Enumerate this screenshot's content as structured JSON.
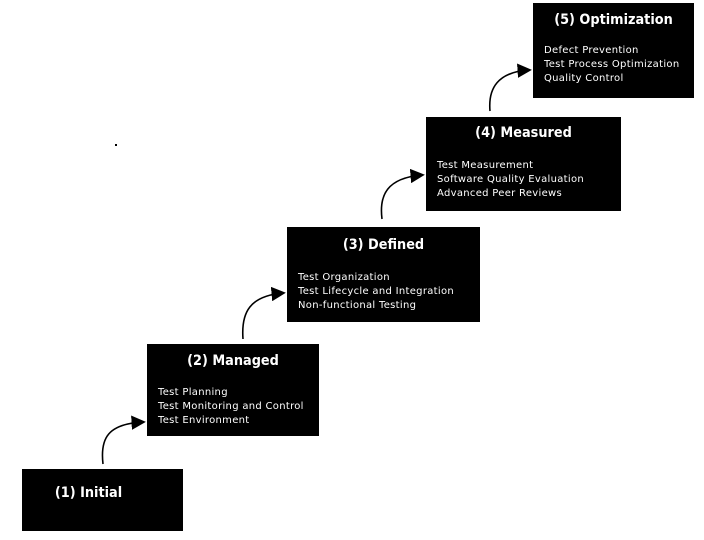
{
  "levels": [
    {
      "title": "(1) Initial",
      "items": []
    },
    {
      "title": "(2) Managed",
      "items": [
        "Test Planning",
        "Test Monitoring and Control",
        "Test Environment"
      ]
    },
    {
      "title": "(3) Defined",
      "items": [
        "Test Organization",
        "Test Lifecycle and Integration",
        "Non-functional Testing"
      ]
    },
    {
      "title": "(4) Measured",
      "items": [
        "Test Measurement",
        "Software Quality Evaluation",
        "Advanced Peer Reviews"
      ]
    },
    {
      "title": "(5) Optimization",
      "items": [
        "Defect Prevention",
        "Test Process Optimization",
        "Quality Control"
      ]
    }
  ],
  "colors": {
    "box_fill": "#000000",
    "box_text": "#ffffff",
    "arrow": "#000000",
    "background": "#ffffff"
  }
}
